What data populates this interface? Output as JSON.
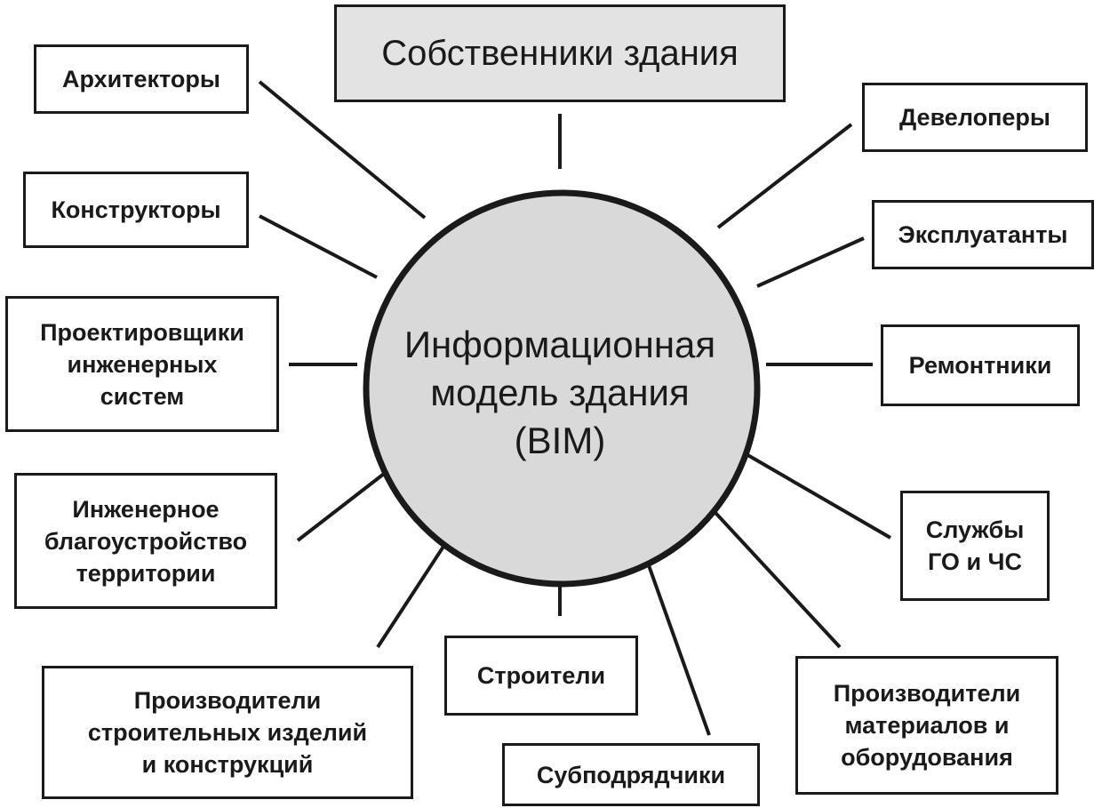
{
  "center": {
    "line1": "Информационная",
    "line2": "модель здания",
    "line3": "(BIM)"
  },
  "nodes": {
    "owners": "Собственники здания",
    "architects": "Архитекторы",
    "constructors": "Конструкторы",
    "engineering_designers": [
      "Проектировщики",
      "инженерных",
      "систем"
    ],
    "landscaping": [
      "Инженерное",
      "благоустройство",
      "территории"
    ],
    "product_makers": [
      "Производители",
      "строительных изделий",
      "и конструкций"
    ],
    "builders": "Строители",
    "subcontractors": "Субподрядчики",
    "material_makers": [
      "Производители",
      "материалов и",
      "оборудования"
    ],
    "emergency": [
      "Службы",
      "ГО и ЧС"
    ],
    "repairers": "Ремонтники",
    "operators": "Эксплуатанты",
    "developers": "Девелоперы"
  },
  "colors": {
    "circle_fill": "#d9d9d9",
    "top_box_fill": "#e3e3e3",
    "stroke": "#1a1a1a"
  }
}
